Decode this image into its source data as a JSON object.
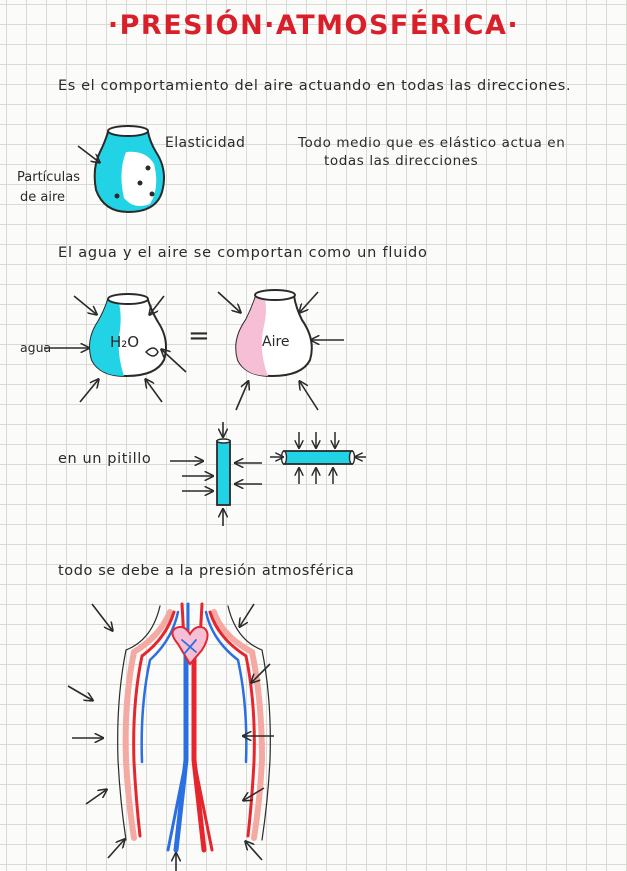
{
  "title": "·PRESIÓN·ATMOSFÉRICA·",
  "intro": "Es el comportamiento del aire actuando en todas las direcciones.",
  "elasticity_label": "Elasticidad",
  "elasticity_def_line1": "Todo medio que es elástico actua en",
  "elasticity_def_line2": "todas las direcciones",
  "particles_line1": "Partículas",
  "particles_line2": "de aire",
  "fluid_statement": "El agua y el aire se comportan como un fluido",
  "water_label": "agua",
  "flask_water_text": "H₂O",
  "equals_sign": "=",
  "flask_air_text": "Aire",
  "straw_label": "en un pitillo",
  "conclusion": "todo se debe a la presión atmosférica",
  "colors": {
    "title_red": "#d81f2a",
    "cyan": "#22d3e6",
    "pink": "#f7bfd6",
    "vein_blue": "#2b6fe0",
    "artery_red": "#e5262e",
    "ink": "#2a2a2a"
  },
  "icons": [
    "arrow-icon",
    "flask-icon",
    "straw-icon",
    "circulatory-system-icon"
  ]
}
